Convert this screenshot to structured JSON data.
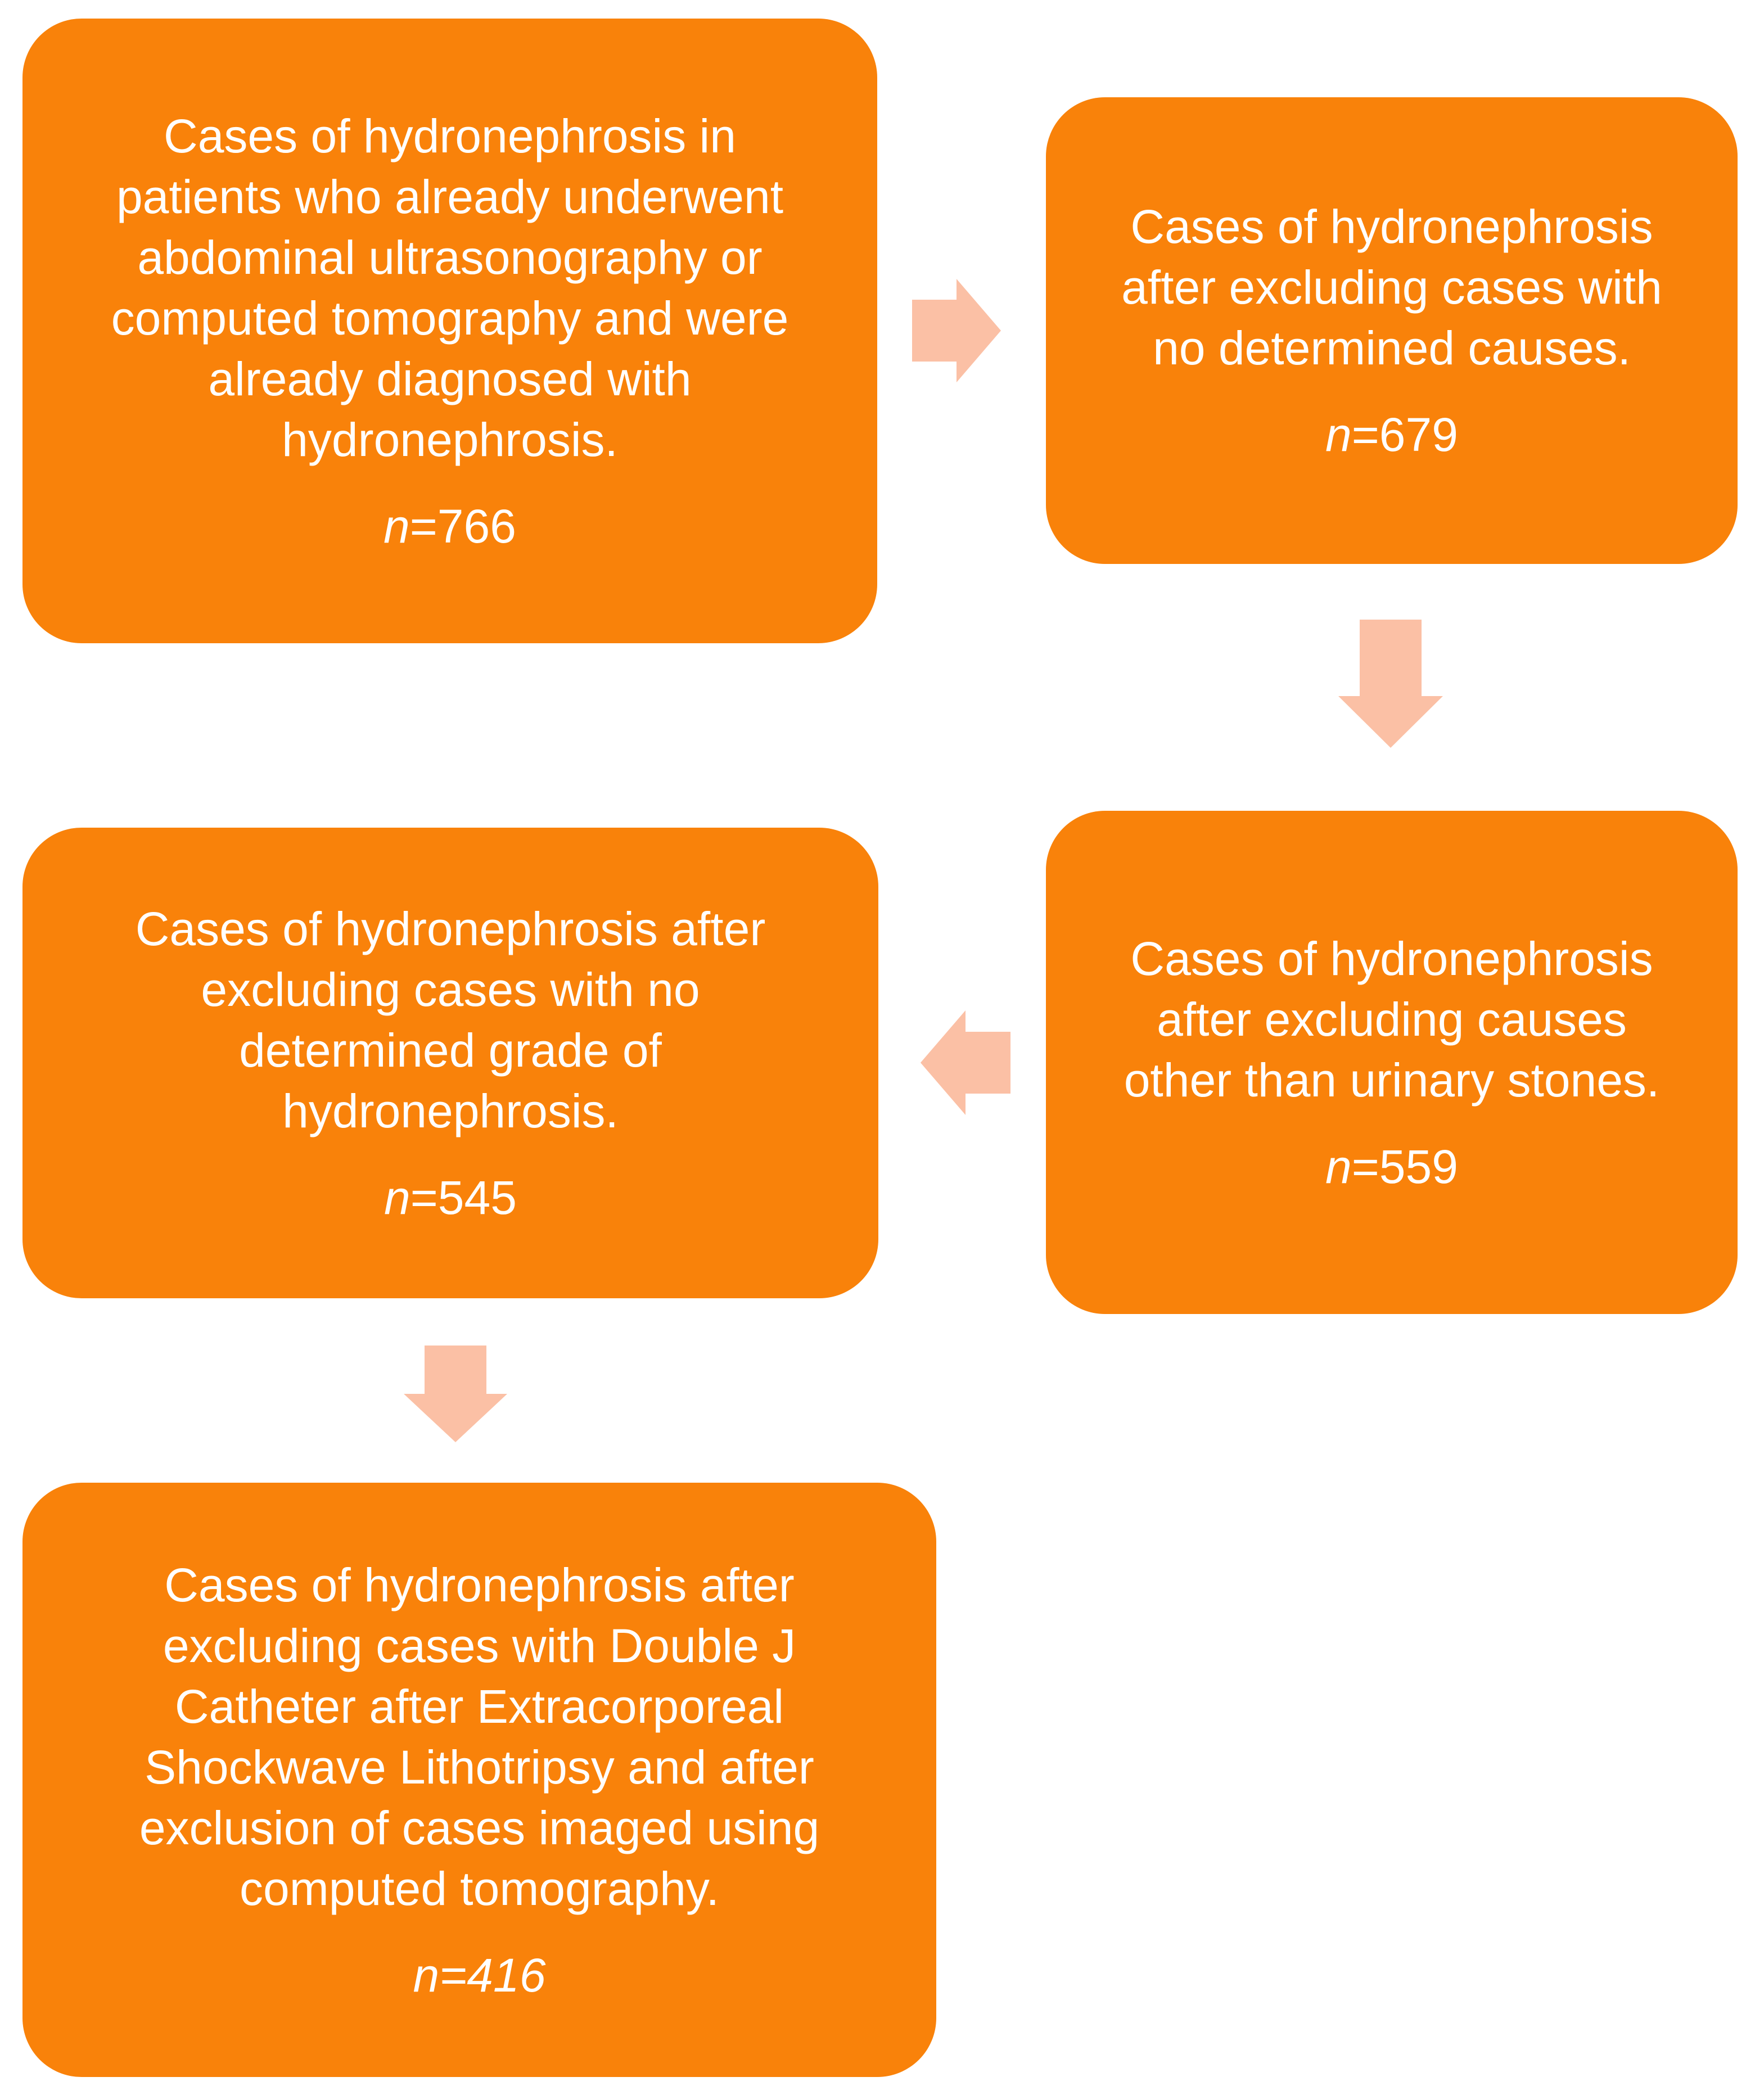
{
  "flow": {
    "step1": {
      "lines": [
        "Cases of hydronephrosis in",
        "patients who already underwent",
        "abdominal ultrasonography or",
        "computed tomography and were",
        "already diagnosed with",
        "hydronephrosis."
      ],
      "n_var": "n",
      "n_value": "=766"
    },
    "step2": {
      "lines": [
        "Cases of hydronephrosis",
        "after excluding cases with",
        "no determined causes."
      ],
      "n_var": "n",
      "n_value": "=679"
    },
    "step3": {
      "lines": [
        "Cases of hydronephrosis",
        "after excluding causes",
        "other than urinary stones."
      ],
      "n_var": "n",
      "n_value": "=559"
    },
    "step4": {
      "lines": [
        "Cases of hydronephrosis after",
        "excluding cases with no",
        "determined grade of",
        "hydronephrosis."
      ],
      "n_var": "n",
      "n_value": "=545"
    },
    "step5": {
      "lines": [
        "Cases of hydronephrosis after",
        "excluding cases with Double J",
        "Catheter after Extracorporeal",
        "Shockwave Lithotripsy and after",
        "exclusion of cases imaged using",
        "computed tomography."
      ],
      "n_var": "n",
      "n_value": "=416"
    }
  },
  "colors": {
    "box_fill": "#f9820a",
    "arrow_fill": "#fbc0a5",
    "text": "#ffffff"
  },
  "icons": {
    "arrow_1_to_2": "arrow-right-icon",
    "arrow_2_to_3": "arrow-down-icon",
    "arrow_3_to_4": "arrow-left-icon",
    "arrow_4_to_5": "arrow-down-icon"
  }
}
